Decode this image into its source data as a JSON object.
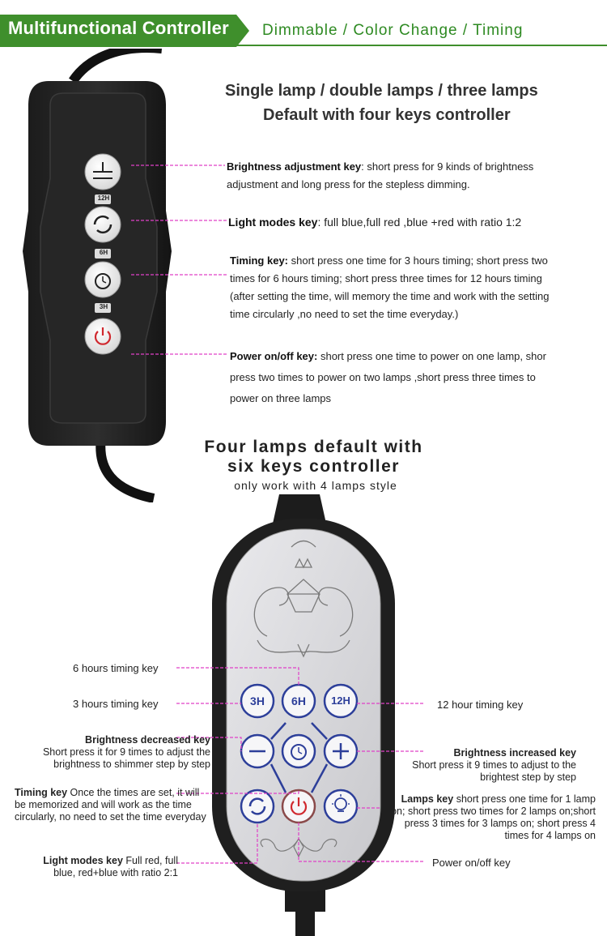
{
  "header": {
    "title": "Multifunctional Controller",
    "subtitle": "Dimmable / Color Change / Timing"
  },
  "section1": {
    "heading_line1": "Single lamp / double lamps / three lamps",
    "heading_line2": "Default with four keys controller",
    "key_marks": [
      "12H",
      "6H",
      "3H"
    ],
    "keys": [
      {
        "title": "Brightness adjustment key",
        "text": ": short press for 9 kinds of  brightness adjustment and long press for the stepless dimming."
      },
      {
        "title": "Light modes key",
        "text": ": full blue,full red ,blue +red with ratio 1:2"
      },
      {
        "title": "Timing key:",
        "text": "  short press one time for 3 hours timing; short press two times for 6 hours timing; short press three times for 12 hours timing (after setting the time, will memory the time and work with the setting time circularly ,no need to set the time everyday.)"
      },
      {
        "title": "Power on/off key:",
        "text": " short press one time to power on one lamp, shor press two times to power on two lamps ,short press three times to power on three lamps"
      }
    ]
  },
  "section2": {
    "heading_line1": "Four lamps default with",
    "heading_line2": "six keys controller",
    "note": "only work with 4 lamps style",
    "buttons": {
      "b3h": "3H",
      "b6h": "6H",
      "b12h": "12H"
    },
    "labels": {
      "six_hours": "6 hours timing key",
      "three_hours": "3 hours timing key",
      "twelve_hours": "12 hour timing key",
      "bright_dec_title": "Brightness decreased key",
      "bright_dec_text": "Short press it for 9 times to adjust the brightness to shimmer step by step",
      "bright_inc_title": "Brightness increased key",
      "bright_inc_text": "Short press it 9 times to adjust to the brightest step by step",
      "timing_title": "Timing key",
      "timing_text": " Once the times are set, it will be memorized and will work as the time circularly, no need to set the time everyday",
      "lamps_title": "Lamps key",
      "lamps_text": "  short press one time for 1 lamp on; short press two times for 2 lamps on;short press 3 times for 3 lamps on; short press 4 times for 4 lamps on",
      "modes_title": "Light modes key",
      "modes_text": "  Full red, full blue, red+blue with ratio 2:1",
      "power": "Power on/off key"
    }
  },
  "colors": {
    "brand_green": "#3f8f2c",
    "leader_magenta": "#e040c8",
    "button_blue": "#2d3f9a",
    "power_red": "#d0282e"
  }
}
